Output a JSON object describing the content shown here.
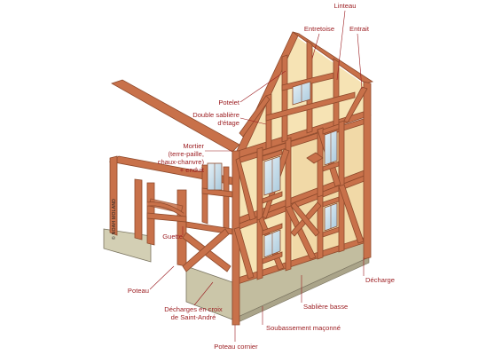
{
  "labels": {
    "linteau": "Linteau",
    "entretoise": "Entretoise",
    "entrait": "Entrait",
    "potelet": "Potelet",
    "double_sabliere": "Double sablière\nd'étage",
    "mortier": "Mortier\n(terre-paille,\nchaux-chanvre)\n+ enduit",
    "guette": "Guette",
    "poteau": "Poteau",
    "decharges_croix": "Décharges en croix\nde Saint-André",
    "poteau_cornier": "Poteau cornier",
    "soubassement": "Soubassement maçonné",
    "sabliere_basse": "Sablière basse",
    "decharge": "Décharge"
  },
  "credit": "© NOAH MOLAND",
  "colors": {
    "label": "#9b1b1f",
    "timber": "#c8714a",
    "timber_dark": "#8e4a2c",
    "infill": "#f6e3b4",
    "plinth": "#c9c4a8",
    "window": "#cfe3ef"
  }
}
